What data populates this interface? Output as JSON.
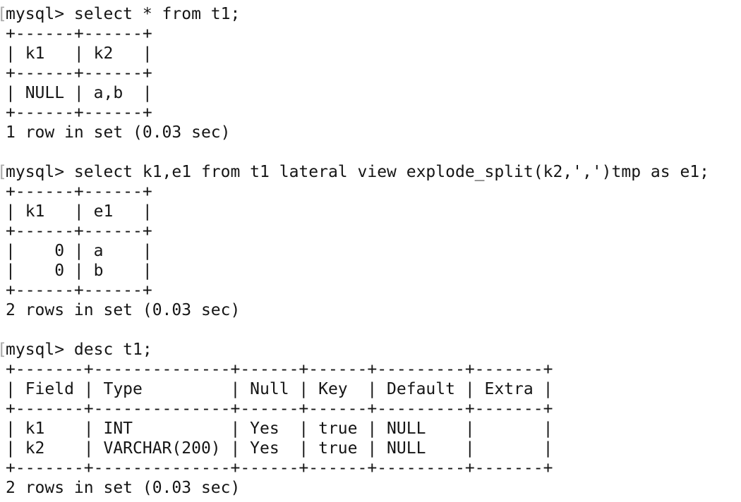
{
  "terminal": {
    "background_color": "#ffffff",
    "text_color": "#151515",
    "prompt_bracket_color": "#a8a8a8",
    "blocks": [
      {
        "bracket": "[",
        "command": "mysql> select * from t1;",
        "result_table": {
          "headers": [
            "k1",
            "k2"
          ],
          "rows": [
            [
              "NULL",
              "a,b"
            ]
          ]
        },
        "lines": [
          "+------+------+",
          "| k1   | k2   |",
          "+------+------+",
          "| NULL | a,b  |",
          "+------+------+"
        ],
        "status": "1 row in set (0.03 sec)"
      },
      {
        "bracket": "[",
        "command": "mysql> select k1,e1 from t1 lateral view explode_split(k2,',')tmp as e1;",
        "result_table": {
          "headers": [
            "k1",
            "e1"
          ],
          "rows": [
            [
              "0",
              "a"
            ],
            [
              "0",
              "b"
            ]
          ]
        },
        "lines": [
          "+------+------+",
          "| k1   | e1   |",
          "+------+------+",
          "|    0 | a    |",
          "|    0 | b    |",
          "+------+------+"
        ],
        "status": "2 rows in set (0.03 sec)"
      },
      {
        "bracket": "[",
        "command": "mysql> desc t1;",
        "result_table": {
          "headers": [
            "Field",
            "Type",
            "Null",
            "Key",
            "Default",
            "Extra"
          ],
          "rows": [
            [
              "k1",
              "INT",
              "Yes",
              "true",
              "NULL",
              ""
            ],
            [
              "k2",
              "VARCHAR(200)",
              "Yes",
              "true",
              "NULL",
              ""
            ]
          ]
        },
        "lines": [
          "+-------+--------------+------+------+---------+-------+",
          "| Field | Type         | Null | Key  | Default | Extra |",
          "+-------+--------------+------+------+---------+-------+",
          "| k1    | INT          | Yes  | true | NULL    |       |",
          "| k2    | VARCHAR(200) | Yes  | true | NULL    |       |",
          "+-------+--------------+------+------+---------+-------+"
        ],
        "status": "2 rows in set (0.03 sec)"
      }
    ]
  }
}
